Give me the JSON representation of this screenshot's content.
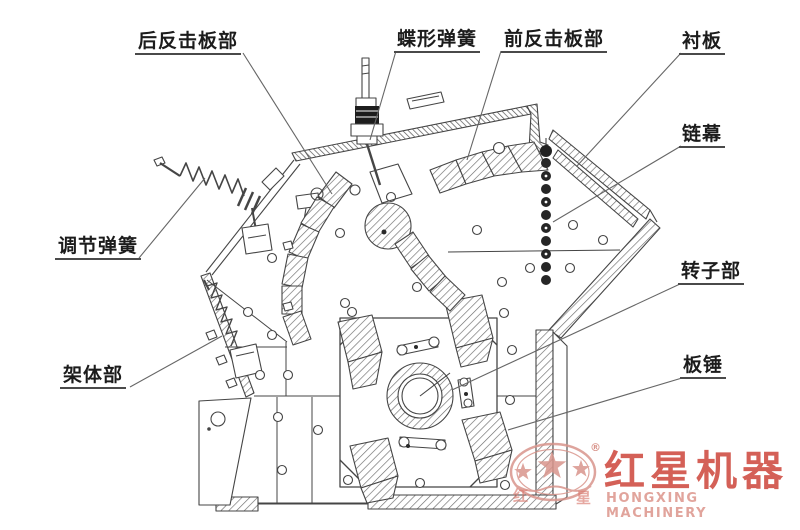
{
  "diagram": {
    "labels": {
      "rear_impact_plate": "后反击板部",
      "disc_spring": "蝶形弹簧",
      "front_impact_plate": "前反击板部",
      "liner_plate": "衬板",
      "chain_curtain": "链幕",
      "adjusting_spring": "调节弹簧",
      "rotor_assembly": "转子部",
      "frame_body": "架体部",
      "blow_bar": "板锤"
    }
  },
  "logo": {
    "brand_cn": "红星机器",
    "brand_en": "HONGXING MACHINERY",
    "registered_mark": "®",
    "watermark_cn_left": "红",
    "watermark_cn_right": "星"
  },
  "colors": {
    "line": "#454545",
    "label_text": "#1c1c1c",
    "brand_red": "#cf4b40",
    "brand_red_light": "#e0a097",
    "emblem_red": "#d9958c"
  }
}
